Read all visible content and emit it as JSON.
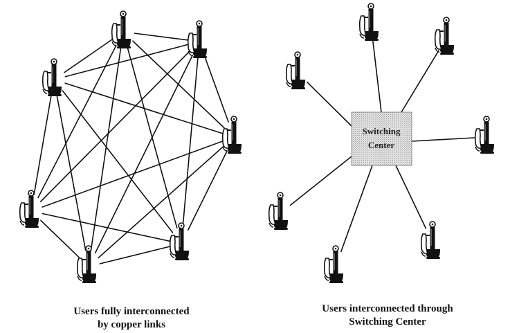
{
  "left_panel": {
    "caption_line1": "Users fully interconnected",
    "caption_line2": "by copper links"
  },
  "right_panel": {
    "switching_center": {
      "line1": "Switching",
      "line2": "Center"
    },
    "caption_line1": "Users interconnected through",
    "caption_line2": "Switching Center"
  },
  "icons": {
    "telephone": "candlestick-telephone-icon"
  },
  "colors": {
    "line": "#111111",
    "switching_center_fill": "#d4d4d4",
    "background": "#ffffff"
  }
}
